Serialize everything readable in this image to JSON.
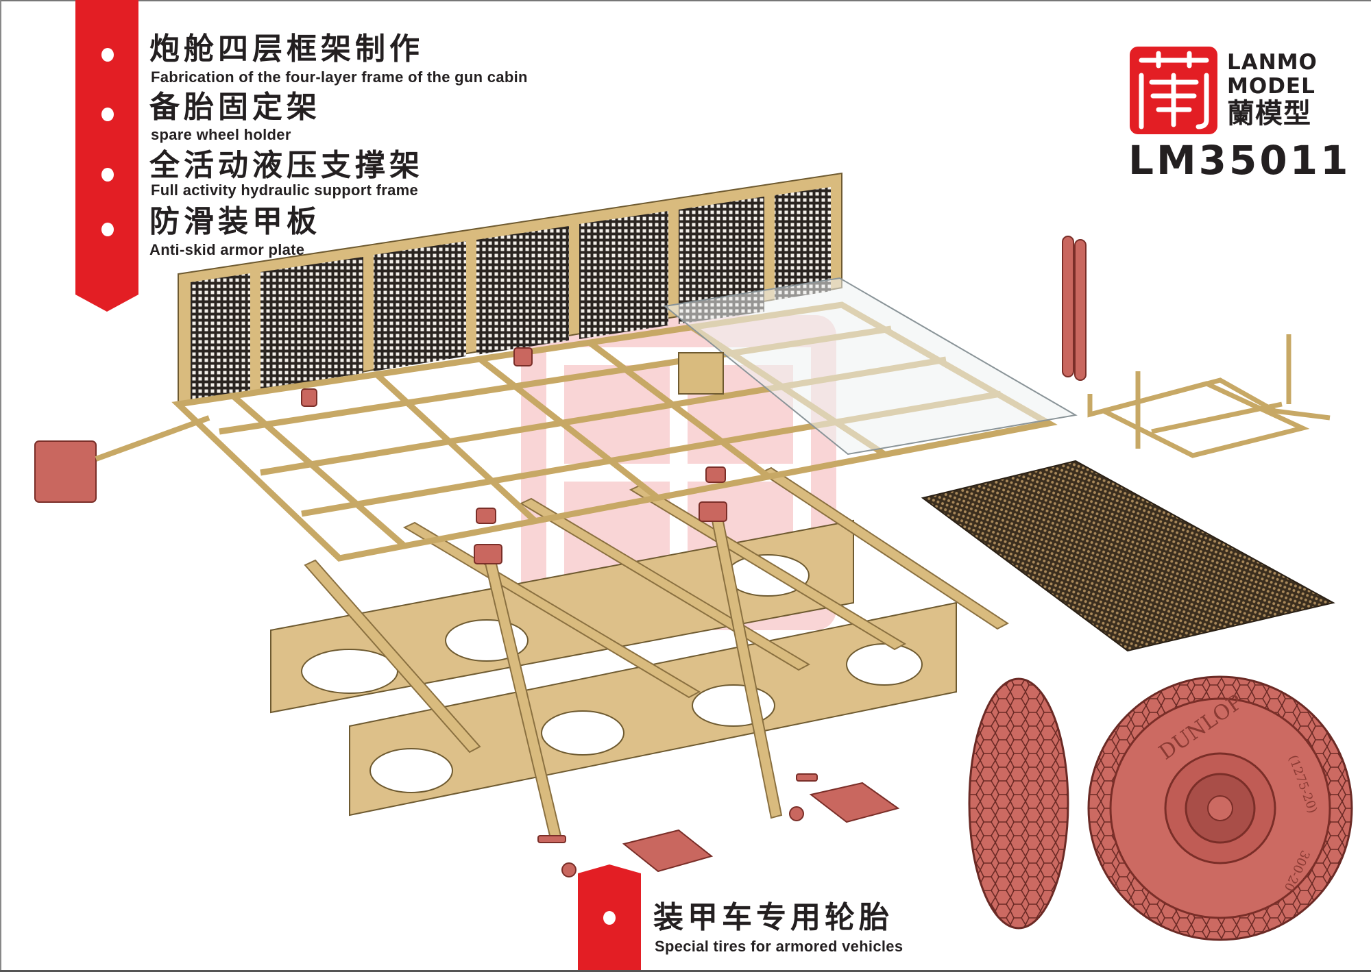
{
  "features": [
    {
      "cn": "炮舱四层框架制作",
      "en": "Fabrication of the four-layer frame of the gun cabin"
    },
    {
      "cn": "备胎固定架",
      "en": "spare wheel holder"
    },
    {
      "cn": "全活动液压支撑架",
      "en": "Full activity hydraulic support frame"
    },
    {
      "cn": "防滑装甲板",
      "en": "Anti-skid armor plate"
    }
  ],
  "tires_feature": {
    "cn": "装甲车专用轮胎",
    "en": "Special tires for armored vehicles"
  },
  "brand": {
    "line1": "LANMO",
    "line2": "MODEL",
    "cn": "蘭模型",
    "logo_glyph": "蘭",
    "product_code": "LM35011"
  },
  "tire_markings": {
    "maker": "DUNLOP",
    "size": "(1275-20)",
    "rim": "300-20"
  },
  "colors": {
    "brand_red": "#e31e24",
    "brass": "#d9bb7e",
    "resin": "#c9675f",
    "text": "#231f20"
  }
}
